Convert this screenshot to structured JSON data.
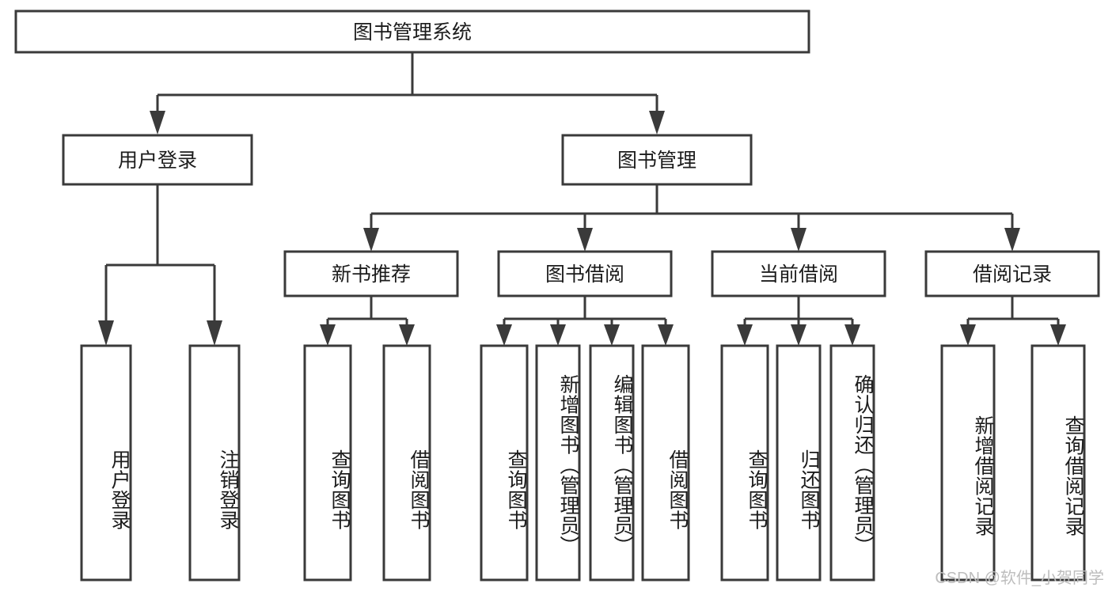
{
  "diagram": {
    "title": "图书管理系统",
    "type": "hierarchy-tree",
    "root": {
      "id": "root",
      "label": "图书管理系统"
    },
    "level2": [
      {
        "id": "user-login",
        "label": "用户登录"
      },
      {
        "id": "book-management",
        "label": "图书管理"
      }
    ],
    "level3": [
      {
        "id": "new-book-recommend",
        "label": "新书推荐",
        "parent": "book-management"
      },
      {
        "id": "book-borrow",
        "label": "图书借阅",
        "parent": "book-management"
      },
      {
        "id": "current-borrow",
        "label": "当前借阅",
        "parent": "book-management"
      },
      {
        "id": "borrow-record",
        "label": "借阅记录",
        "parent": "book-management"
      }
    ],
    "leaves": [
      {
        "id": "leaf-user-login",
        "label": "用户登录",
        "parent": "user-login"
      },
      {
        "id": "leaf-logout-login",
        "label": "注销登录",
        "parent": "user-login"
      },
      {
        "id": "leaf-query-books-rec",
        "label": "查询图书",
        "parent": "new-book-recommend"
      },
      {
        "id": "leaf-borrow-books-rec",
        "label": "借阅图书",
        "parent": "new-book-recommend"
      },
      {
        "id": "leaf-query-books-borrow",
        "label": "查询图书",
        "parent": "book-borrow"
      },
      {
        "id": "leaf-add-book-admin",
        "label": "新增图书（管理员）",
        "parent": "book-borrow"
      },
      {
        "id": "leaf-edit-book-admin",
        "label": "编辑图书（管理员）",
        "parent": "book-borrow"
      },
      {
        "id": "leaf-borrow-books",
        "label": "借阅图书",
        "parent": "book-borrow"
      },
      {
        "id": "leaf-query-books-current",
        "label": "查询图书",
        "parent": "current-borrow"
      },
      {
        "id": "leaf-return-books",
        "label": "归还图书",
        "parent": "current-borrow"
      },
      {
        "id": "leaf-confirm-return-admin",
        "label": "确认归还（管理员）",
        "parent": "current-borrow"
      },
      {
        "id": "leaf-add-borrow-record",
        "label": "新增借阅记录",
        "parent": "borrow-record"
      },
      {
        "id": "leaf-query-borrow-record",
        "label": "查询借阅记录",
        "parent": "borrow-record"
      }
    ]
  },
  "watermark": {
    "text": "CSDN @软件_小贺同学"
  },
  "colors": {
    "stroke": "#3a3a3a",
    "box_fill": "#ffffff",
    "text": "#1c1c1c",
    "background": "#ffffff",
    "watermark": "#bdbdbd"
  }
}
